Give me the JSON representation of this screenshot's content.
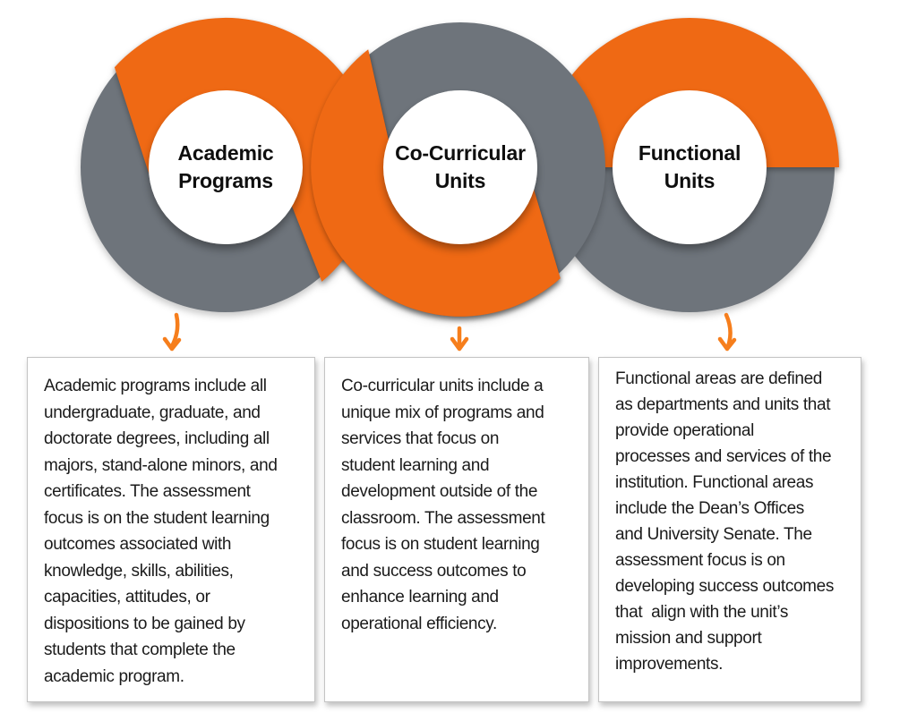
{
  "colors": {
    "ring_orange": "#EF6914",
    "ring_gray": "#6E747B",
    "arrow_orange": "#F67E1C",
    "box_border": "#C4C4C4",
    "text_color": "#1B1B1B"
  },
  "rings": [
    {
      "label": "Academic\nPrograms"
    },
    {
      "label": "Co-Curricular\nUnits"
    },
    {
      "label": "Functional\nUnits"
    }
  ],
  "boxes": [
    {
      "text": "Academic programs include all\nundergraduate, graduate, and\ndoctorate degrees, including all\nmajors, stand-alone minors, and\ncertificates. The assessment\nfocus is on the student learning\noutcomes associated with\nknowledge, skills, abilities,\ncapacities, attitudes, or\ndispositions to be gained by\nstudents that complete the\nacademic program."
    },
    {
      "text": "Co-curricular units include a\nunique mix of programs and\nservices that focus on\nstudent learning and\ndevelopment outside of the\nclassroom. The assessment\nfocus is on student learning\nand success outcomes to\nenhance learning and\noperational efficiency."
    },
    {
      "text": "Functional areas are defined\nas departments and units that\nprovide operational\nprocesses and services of the\ninstitution. Functional areas\ninclude the Dean’s Offices\nand University Senate. The\nassessment focus is on\ndeveloping success outcomes\nthat  align with the unit’s\nmission and support\nimprovements."
    }
  ]
}
